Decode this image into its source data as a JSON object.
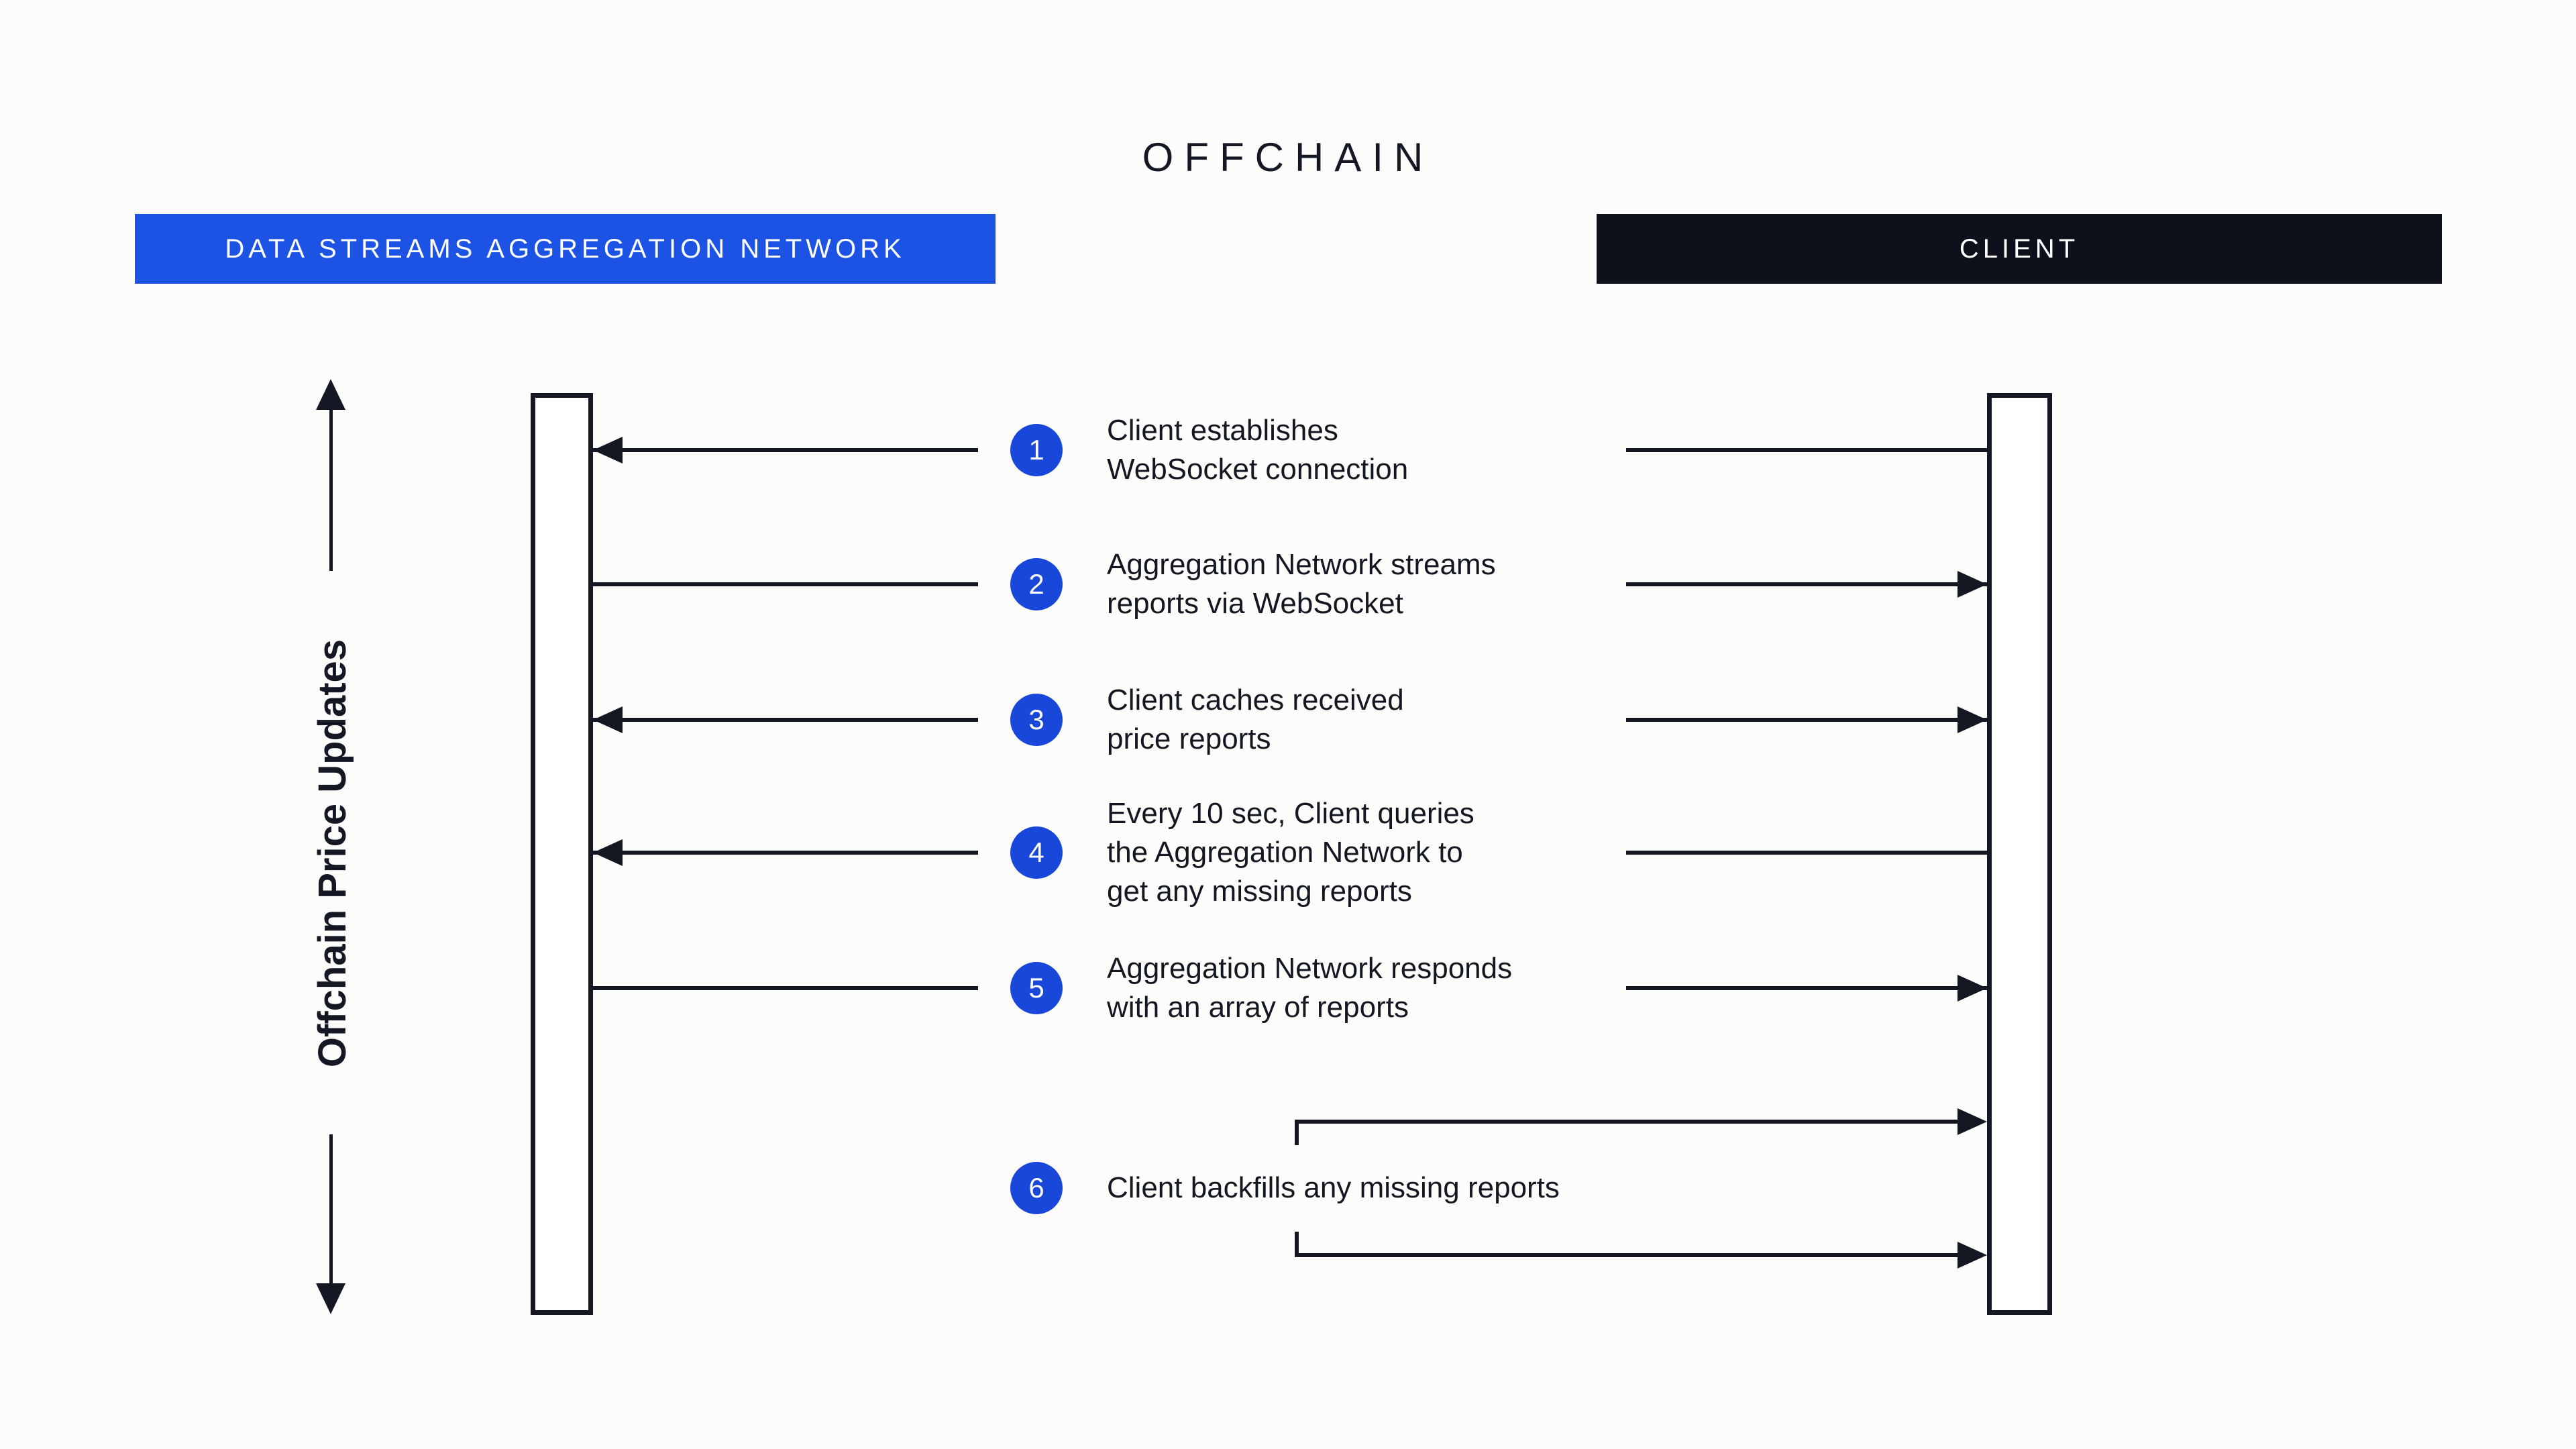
{
  "title": "OFFCHAIN",
  "actors": {
    "network": {
      "label": "DATA STREAMS AGGREGATION NETWORK",
      "color": "#1c53e4"
    },
    "client": {
      "label": "CLIENT",
      "color": "#0d111c"
    }
  },
  "axis": {
    "label": "Offchain Price Updates",
    "direction": "double-headed vertical arrow"
  },
  "steps": [
    {
      "num": "1",
      "text": "Client establishes\nWebSocket connection",
      "left_end": "arrowhead-into-network",
      "right_end": "plain-from-client"
    },
    {
      "num": "2",
      "text": "Aggregation Network streams\nreports via WebSocket",
      "left_end": "plain-from-network",
      "right_end": "arrowhead-into-client"
    },
    {
      "num": "3",
      "text": "Client caches received\nprice reports",
      "left_end": "arrowhead-into-network",
      "right_end": "arrowhead-into-client"
    },
    {
      "num": "4",
      "text": "Every 10 sec, Client queries\nthe Aggregation Network to\nget any missing reports",
      "left_end": "arrowhead-into-network",
      "right_end": "plain-from-client"
    },
    {
      "num": "5",
      "text": "Aggregation Network responds\nwith an array of reports",
      "left_end": "plain-from-network",
      "right_end": "arrowhead-into-client"
    },
    {
      "num": "6",
      "text": "Client backfills any missing reports",
      "right_end": "two-bracket-arrows-into-client"
    }
  ],
  "colors": {
    "background": "#fcfcfa",
    "ink": "#131722",
    "network_banner_blue": "#1c53e4",
    "client_banner_black": "#0d111c",
    "badge_blue": "#1847d9",
    "text_white": "#ffffff"
  }
}
